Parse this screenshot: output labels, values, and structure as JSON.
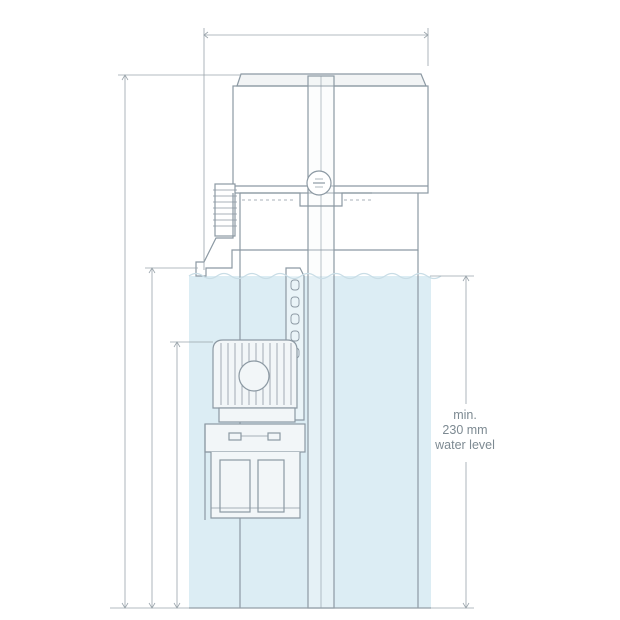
{
  "annotation": {
    "line1": "min.",
    "line2": "230 mm",
    "line3": "water level"
  },
  "colors": {
    "water": "#dcedf4",
    "outline": "#8c99a3",
    "dimension_line": "#9aa4ab",
    "text": "#7d8a92"
  }
}
